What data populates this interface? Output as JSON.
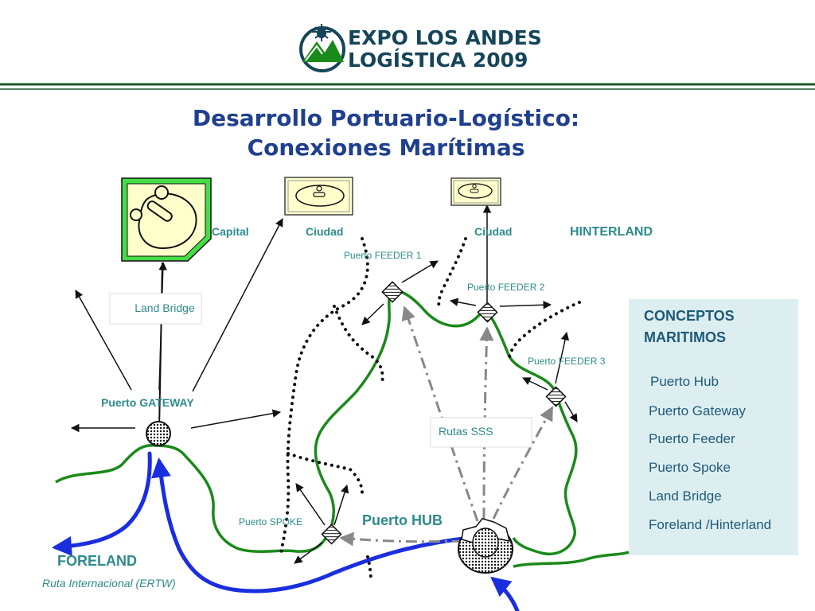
{
  "header": {
    "logo_line1": "EXPO LOS ANDES",
    "logo_line2": "LOGÍSTICA 2009",
    "title_line1": "Desarrollo Portuario-Logístico:",
    "title_line2": "Conexiones Marítimas"
  },
  "labels": {
    "capital": "Capital",
    "ciudad_1": "Ciudad",
    "ciudad_2": "Ciudad",
    "hinterland": "HINTERLAND",
    "feeder_1": "Puerto FEEDER  1",
    "feeder_2": "Puerto FEEDER 2",
    "feeder_3": "Puerto FEEDER 3",
    "land_bridge": "Land Bridge",
    "gateway": "Puerto GATEWAY",
    "rutas_sss": "Rutas SSS",
    "spoke": "Puerto SPOKE",
    "hub": "Puerto HUB",
    "foreland": "FORELAND",
    "ruta_internacional": "Ruta Internacional  (ERTW)"
  },
  "concepts": {
    "title_line1": "CONCEPTOS",
    "title_line2": "MARITIMOS",
    "items": [
      "Puerto Hub",
      "Puerto Gateway",
      "Puerto Feeder",
      "Puerto Spoke",
      "Land Bridge",
      "Foreland /Hinterland"
    ]
  },
  "colors": {
    "coast": "#1a8a1a",
    "sea_route": "#1a2ee0",
    "title": "#1f3f8f",
    "label": "#2e8b8b",
    "concept_bg": "#ddeef0",
    "capital_fill": "#44dd44",
    "city_fill": "#ffffcc",
    "header_rule": "#1e5a2a"
  }
}
